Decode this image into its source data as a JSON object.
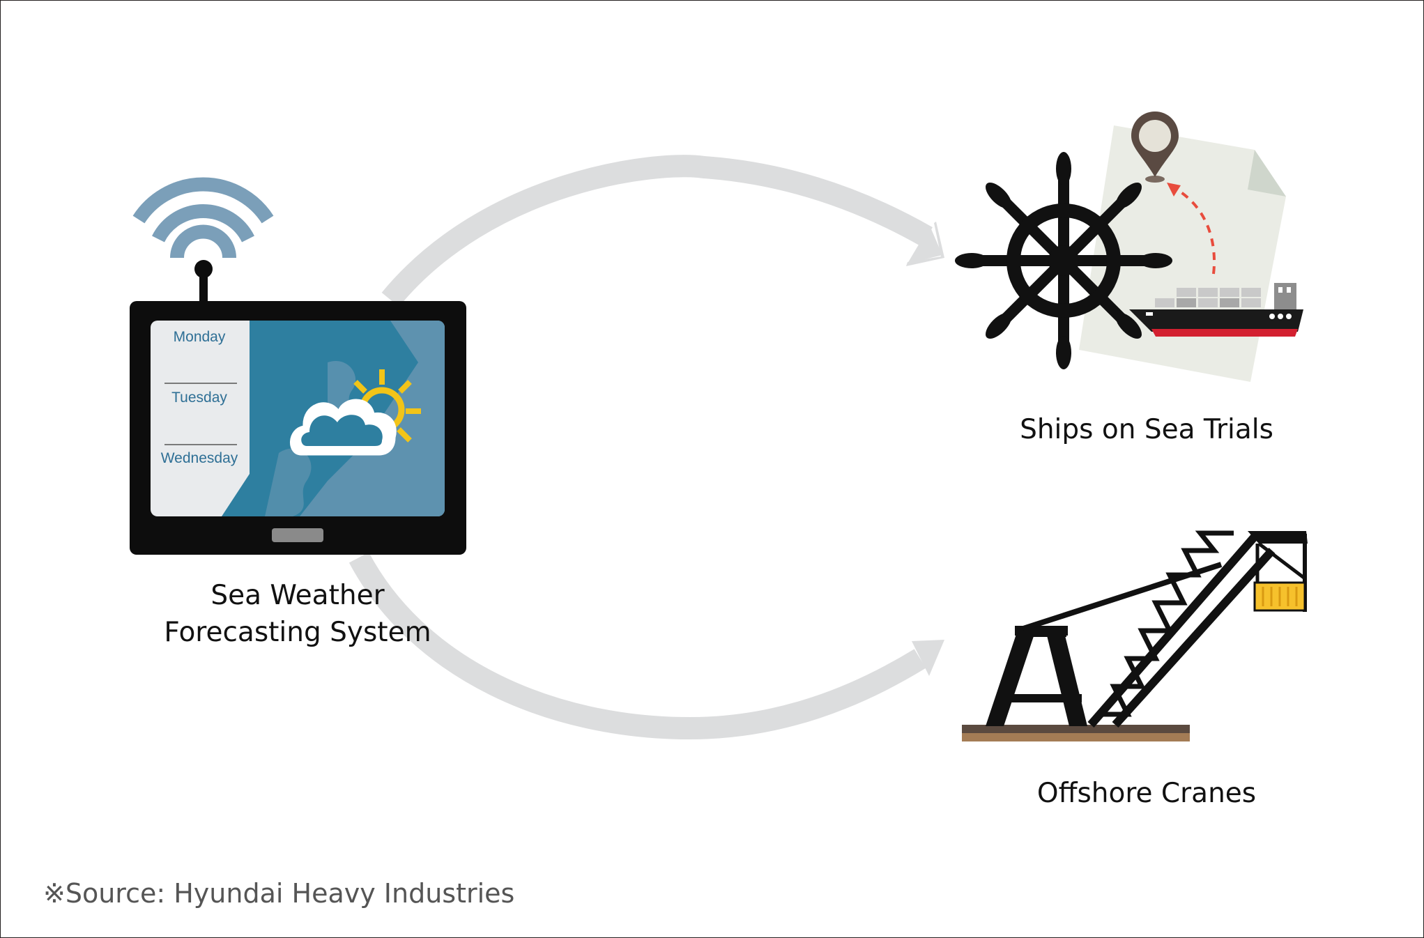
{
  "tablet": {
    "days": [
      "Monday",
      "Tuesday",
      "Wednesday"
    ]
  },
  "nodes": {
    "system": {
      "label_line1": "Sea Weather",
      "label_line2": "Forecasting System"
    },
    "ships": {
      "label": "Ships on Sea Trials"
    },
    "cranes": {
      "label": "Offshore Cranes"
    }
  },
  "source_note": "※Source: Hyundai Heavy Industries",
  "icons": [
    "wifi-icon",
    "weather-icon",
    "ship-wheel-icon",
    "map-pin-icon",
    "container-ship-icon",
    "crane-icon",
    "container-icon"
  ],
  "colors": {
    "arrow": "#dcddde",
    "wifi": "#7b9fb9",
    "tablet_body": "#0d0d0d",
    "screen_blue": "#2e7fa0",
    "sun": "#f2c418",
    "route": "#e84c3d",
    "pin": "#5a4a42",
    "map_paper": "#eaece5",
    "ship_hull": "#1a1a1a",
    "ship_stripe": "#d32030",
    "crane_metal": "#111111",
    "crane_base": "#a47c55",
    "container": "#f6c12c"
  }
}
